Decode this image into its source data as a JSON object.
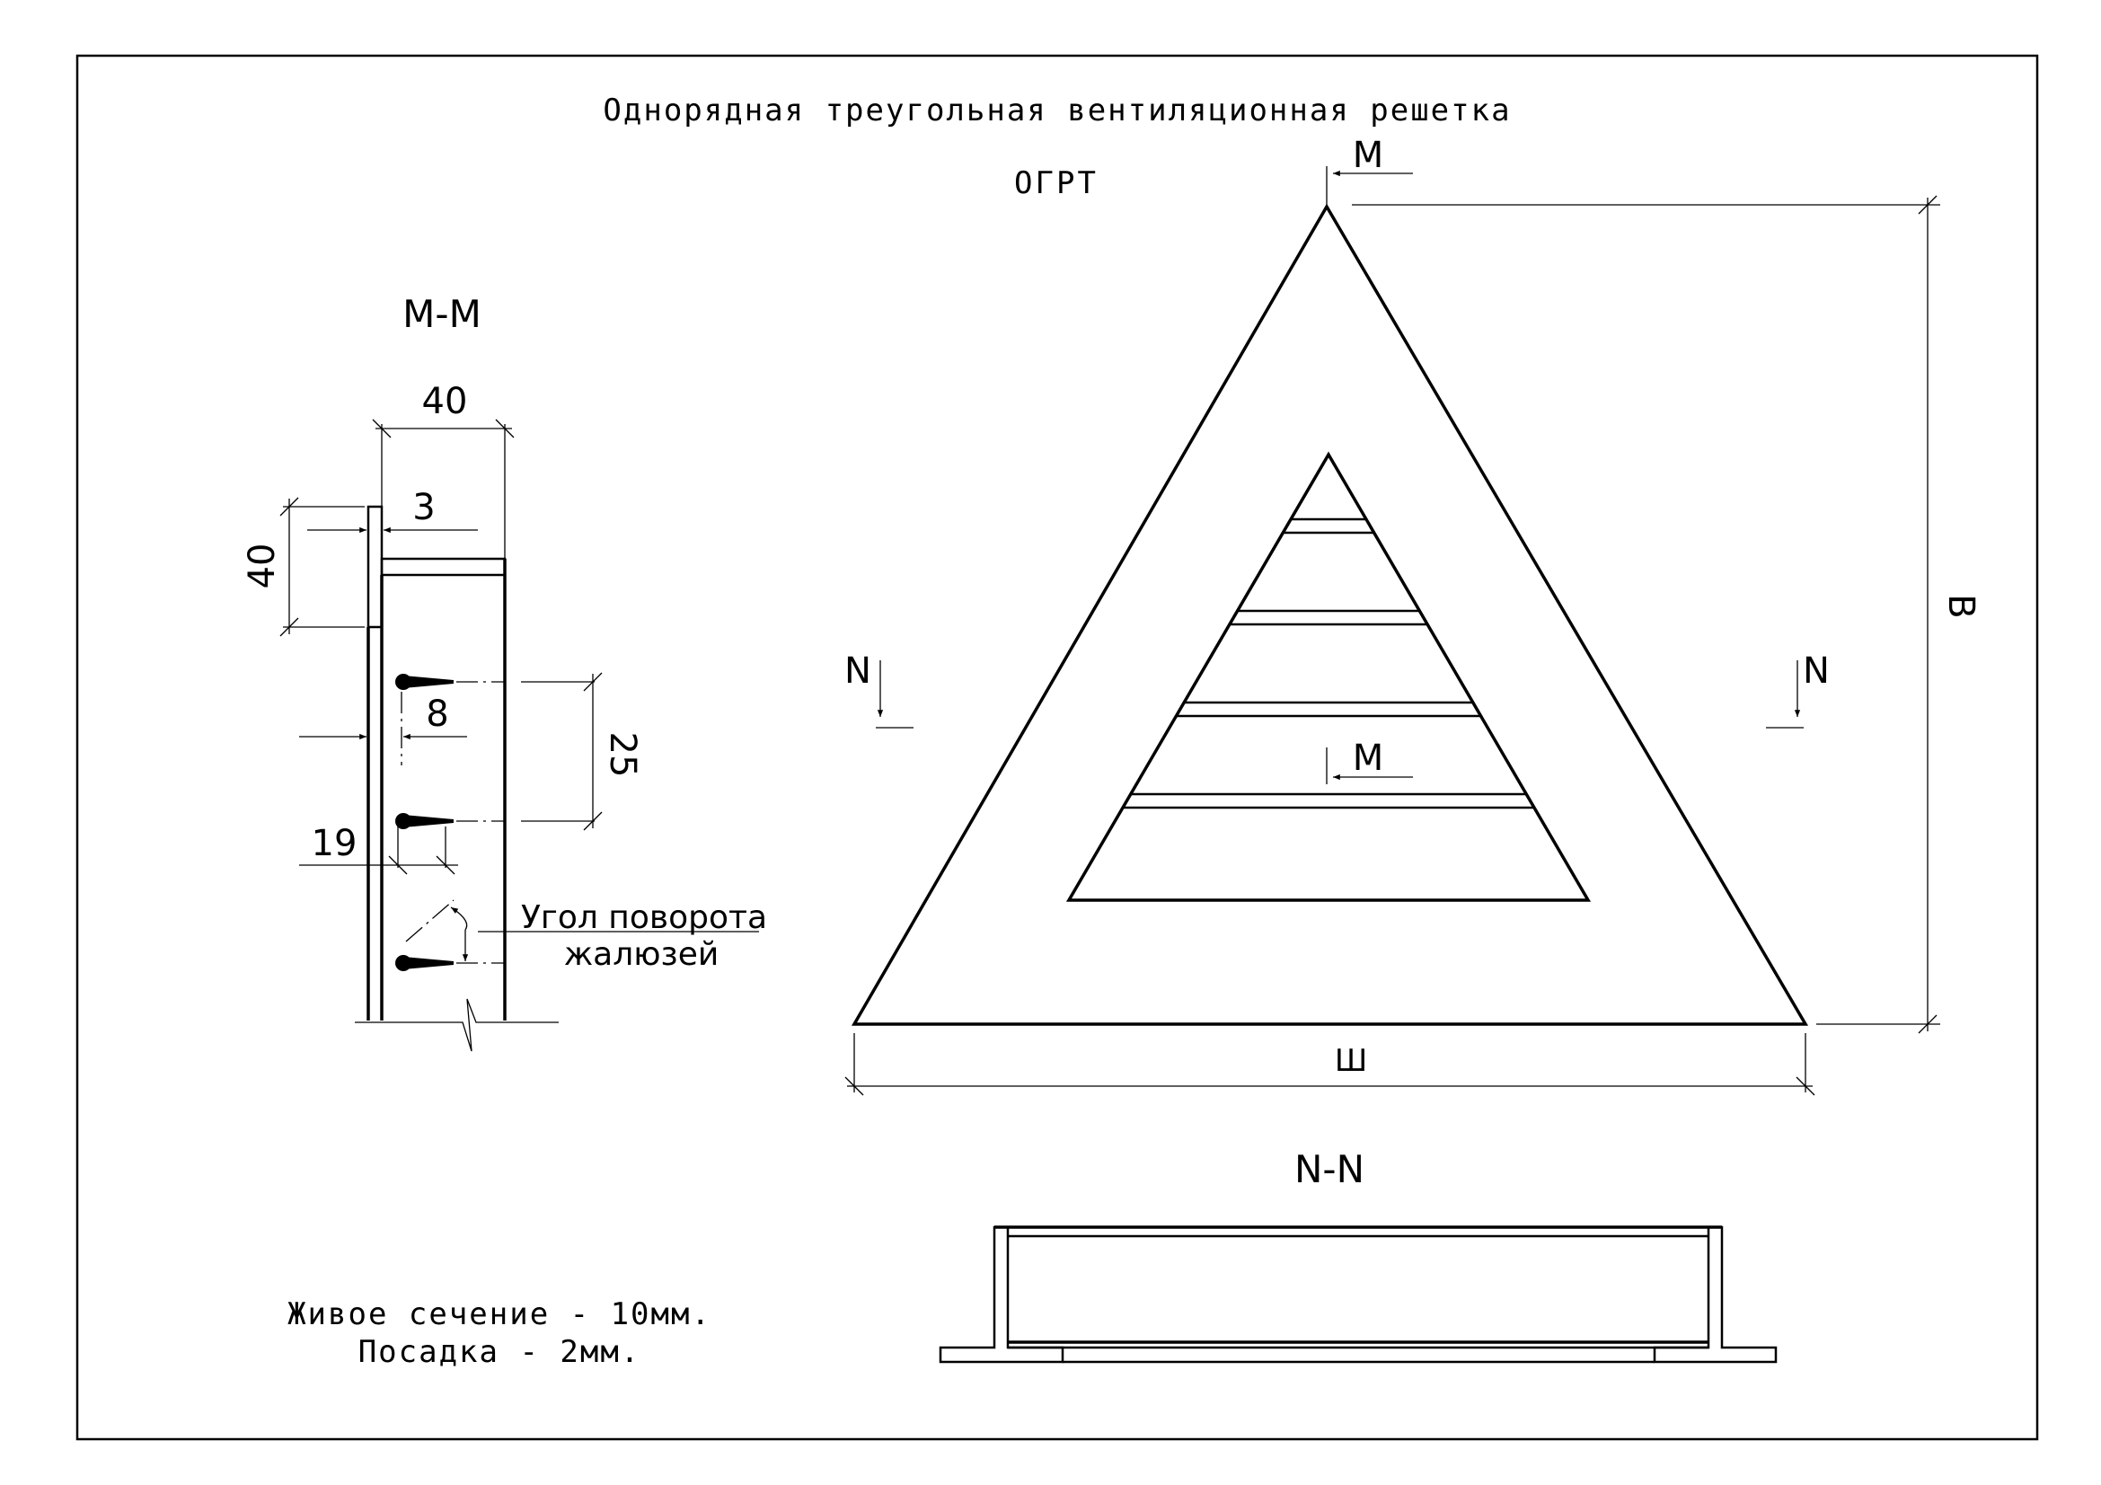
{
  "title": "Однорядная треугольная вентиляционная решетка",
  "model_code": "ОГРТ",
  "colors": {
    "line": "#000000",
    "background": "#ffffff"
  },
  "section_mm": {
    "label": "M-M",
    "dims": {
      "depth": "40",
      "flange_height": "40",
      "thickness": "3",
      "offset": "8",
      "pitch": "25",
      "louver_length": "19"
    },
    "angle_note_line1": "Угол поворота",
    "angle_note_line2": "жалюзей"
  },
  "plan": {
    "width_label": "Ш",
    "height_label": "B",
    "cut_m_top": "M",
    "cut_m_mid": "M",
    "cut_n_left": "N",
    "cut_n_right": "N",
    "louver_count": 4
  },
  "section_nn": {
    "label": "N-N"
  },
  "notes": {
    "free_area": "Живое сечение - 10мм.",
    "fit": "Посадка - 2мм."
  }
}
